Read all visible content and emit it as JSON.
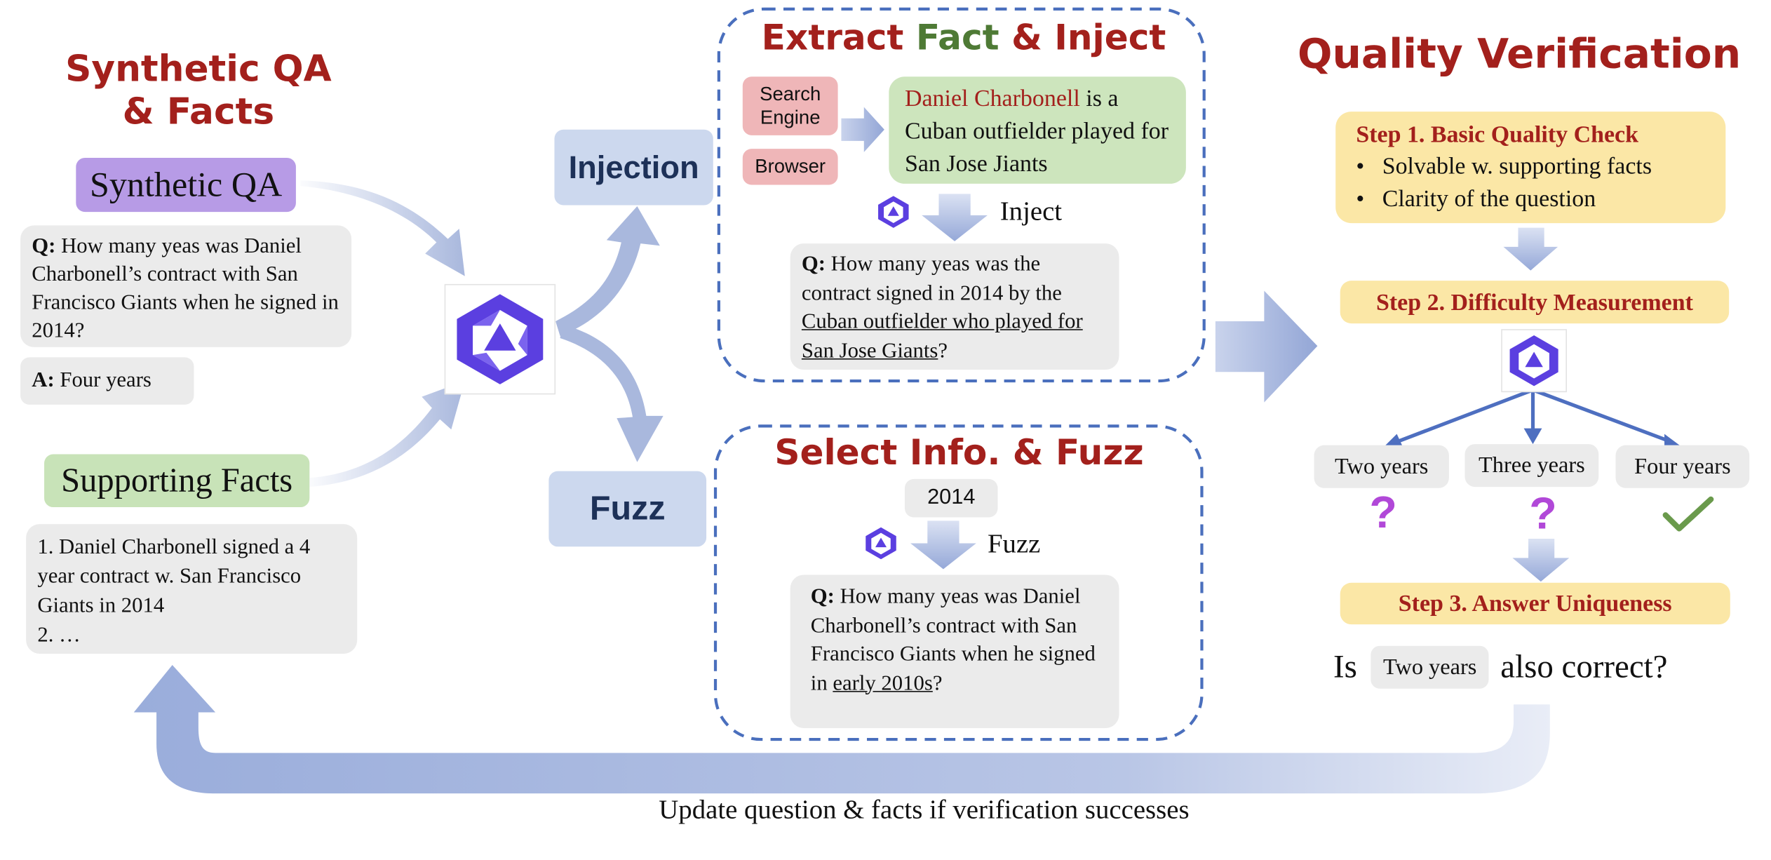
{
  "left": {
    "title_line1": "Synthetic QA",
    "title_line2": "& Facts",
    "synthetic_qa_label": "Synthetic QA",
    "qa": {
      "q_prefix": "Q:",
      "q_text": "How many yeas was Daniel Charbonell’s contract with San Francisco Giants when he signed in 2014?",
      "a_prefix": "A:",
      "a_text": "Four years"
    },
    "supporting_facts_label": "Supporting Facts",
    "facts": {
      "item1": "1. Daniel Charbonell signed a 4 year contract w. San Francisco Giants in 2014",
      "item2": "2. …"
    }
  },
  "middle": {
    "injection_label": "Injection",
    "fuzz_label": "Fuzz"
  },
  "extract": {
    "title_part1": "Extract ",
    "title_part2": "Fact",
    "title_part3": " & Inject",
    "search_engine": "Search Engine",
    "browser": "Browser",
    "fact_name": "Daniel Charbonell",
    "fact_rest": " is a Cuban outfielder played for San Jose Jiants",
    "inject_label": "Inject",
    "q_prefix": "Q:",
    "q_text": " How many yeas was the contract signed in 2014 by the ",
    "q_underlined": "Cuban outfielder who played for San Jose Giants",
    "q_end": "?"
  },
  "select": {
    "title": "Select Info. & Fuzz",
    "year_tag": "2014",
    "fuzz_label": "Fuzz",
    "q_prefix": "Q:",
    "q_text": " How many yeas was Daniel Charbonell’s contract with San Francisco Giants when he signed in ",
    "q_underlined": "early 2010s",
    "q_end": "?"
  },
  "verification": {
    "title": "Quality Verification",
    "step1_title": "Step 1. Basic Quality Check",
    "step1_bullets": [
      "Solvable w. supporting facts",
      "Clarity of the question"
    ],
    "step2_title": "Step 2. Difficulty Measurement",
    "options": [
      "Two years",
      "Three years",
      "Four years"
    ],
    "option_marks": [
      "?",
      "?",
      "✓"
    ],
    "step3_title": "Step 3. Answer Uniqueness",
    "uniq_is": "Is",
    "uniq_tag": "Two years",
    "uniq_rest": "also correct?"
  },
  "footer": {
    "caption": "Update question & facts if verification successes"
  },
  "colors": {
    "heading_red": "#a3201c",
    "fact_green": "#4e7a35",
    "arrow_blue": "#a9b8dd",
    "dashed_blue": "#4a6fbd",
    "logo_purple": "#5b3fe0",
    "question_purple": "#b148d8",
    "check_green": "#6a9a4c"
  },
  "icons": [
    "qwen-logo-icon",
    "question-mark-icon",
    "check-mark-icon"
  ]
}
